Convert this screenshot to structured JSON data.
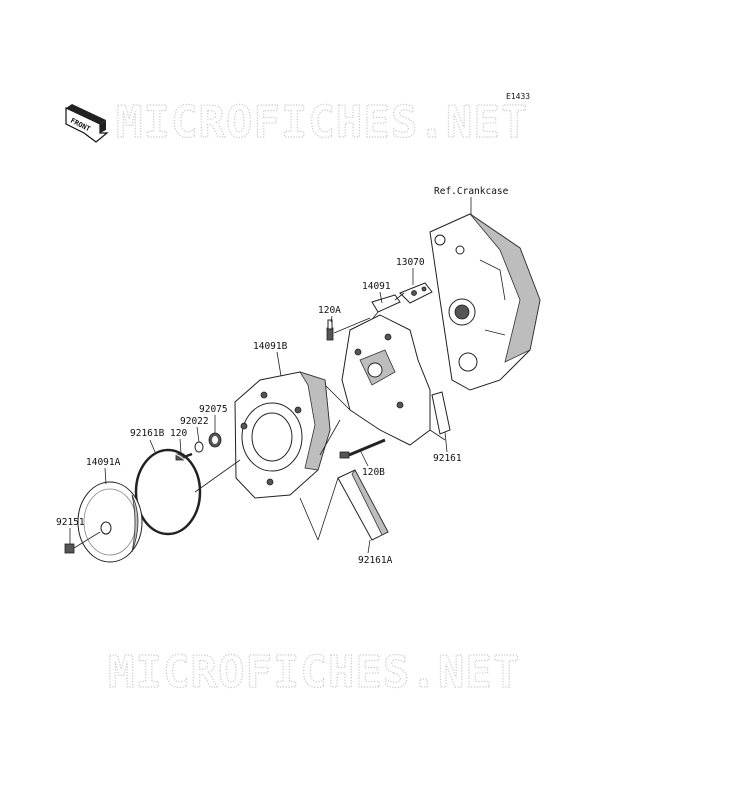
{
  "diagram": {
    "code": "E1433",
    "front_label": "FRONT",
    "reference_label": "Ref.Crankcase",
    "watermark_text": "MICROFICHES.NET",
    "parts": [
      {
        "id": "13070",
        "label": "13070"
      },
      {
        "id": "14091",
        "label": "14091"
      },
      {
        "id": "120A",
        "label": "120A"
      },
      {
        "id": "14091B",
        "label": "14091B"
      },
      {
        "id": "92075",
        "label": "92075"
      },
      {
        "id": "92022",
        "label": "92022"
      },
      {
        "id": "120",
        "label": "120"
      },
      {
        "id": "92161B",
        "label": "92161B"
      },
      {
        "id": "14091A",
        "label": "14091A"
      },
      {
        "id": "92151",
        "label": "92151"
      },
      {
        "id": "120B",
        "label": "120B"
      },
      {
        "id": "92161",
        "label": "92161"
      },
      {
        "id": "92161A",
        "label": "92161A"
      }
    ]
  }
}
